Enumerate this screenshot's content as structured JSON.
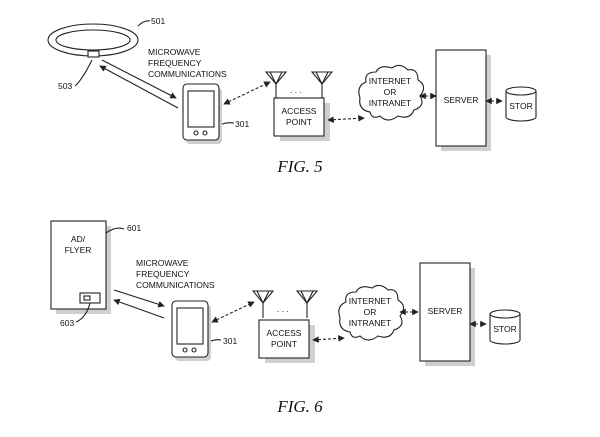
{
  "fig5": {
    "ref_ring": "501",
    "ref_tag": "503",
    "ref_phone": "301",
    "microwave": [
      "MICROWAVE",
      "FREQUENCY",
      "COMMUNICATIONS"
    ],
    "antenna_dots": ". . .",
    "access_point": [
      "ACCESS",
      "POINT"
    ],
    "network": [
      "INTERNET",
      "OR",
      "INTRANET"
    ],
    "server": "SERVER",
    "storage": "STOR",
    "caption": "FIG. 5"
  },
  "fig6": {
    "ref_flyer": "601",
    "ref_tag": "603",
    "ref_phone": "301",
    "flyer": [
      "AD/",
      "FLYER"
    ],
    "microwave": [
      "MICROWAVE",
      "FREQUENCY",
      "COMMUNICATIONS"
    ],
    "antenna_dots": ". . .",
    "access_point": [
      "ACCESS",
      "POINT"
    ],
    "network": [
      "INTERNET",
      "OR",
      "INTRANET"
    ],
    "server": "SERVER",
    "storage": "STOR",
    "caption": "FIG. 6"
  }
}
